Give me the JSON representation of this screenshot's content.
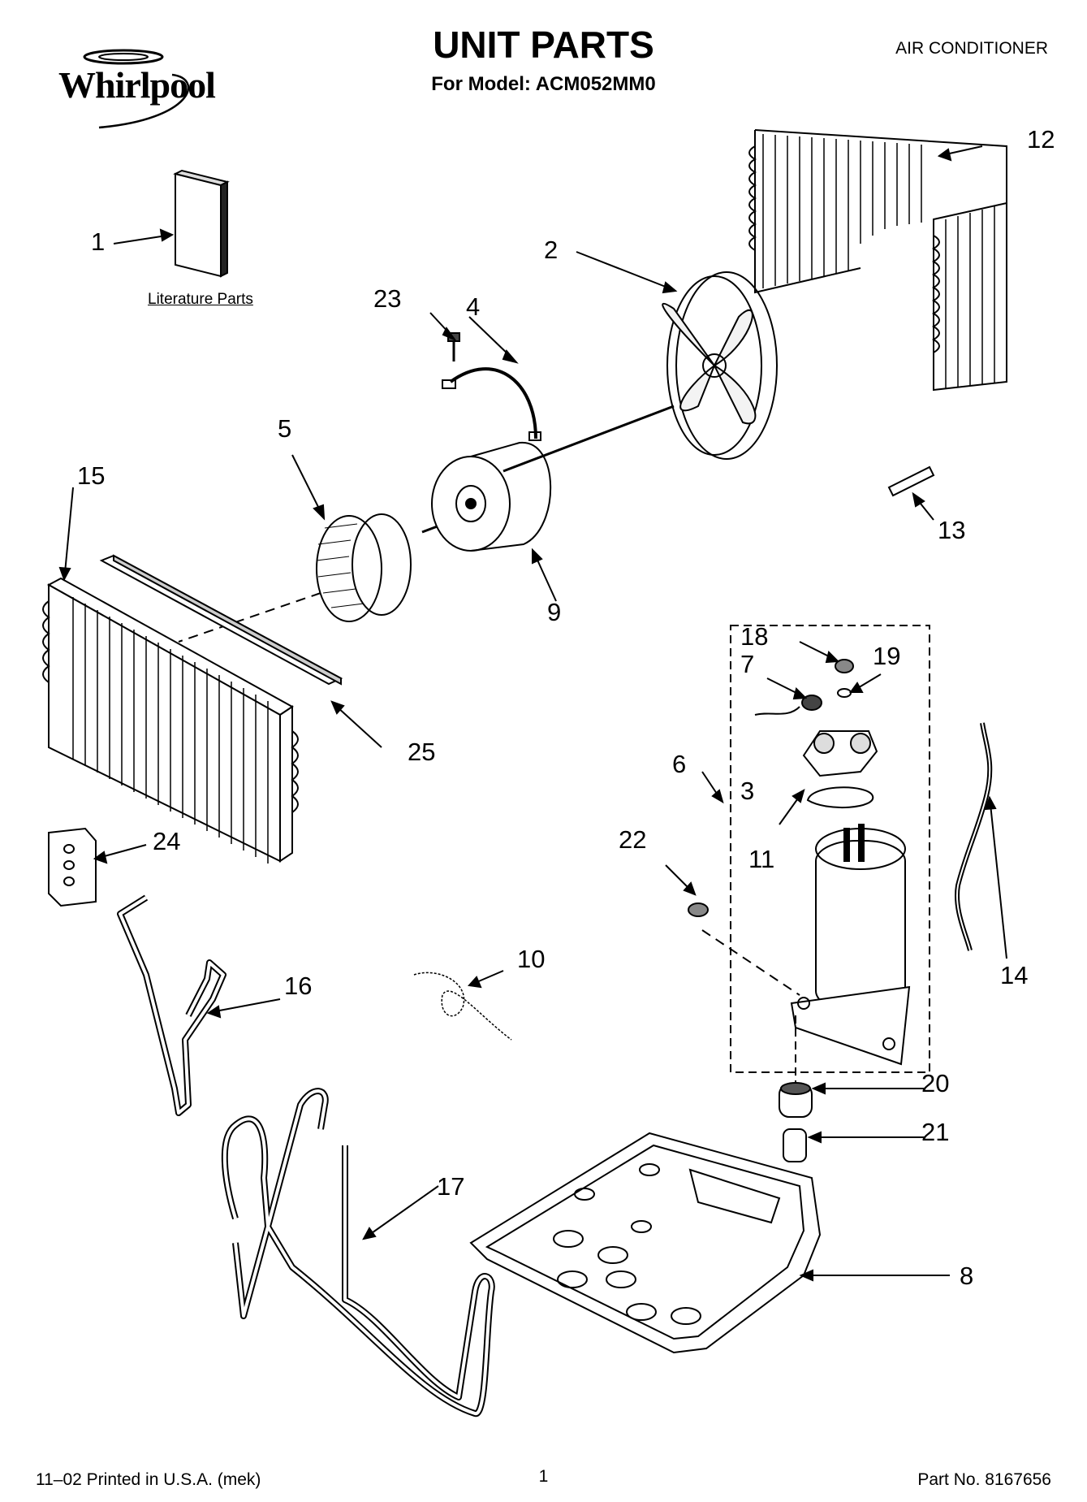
{
  "header": {
    "brand": "Whirlpool",
    "title": "UNIT PARTS",
    "subtitle": "For Model: ACM052MM0",
    "category": "AIR CONDITIONER"
  },
  "literature_label": "Literature Parts",
  "callouts": [
    "1",
    "2",
    "3",
    "4",
    "5",
    "6",
    "7",
    "8",
    "9",
    "10",
    "11",
    "12",
    "13",
    "14",
    "15",
    "16",
    "17",
    "18",
    "19",
    "20",
    "21",
    "22",
    "23",
    "24",
    "25"
  ],
  "footer": {
    "left": "11–02 Printed in U.S.A. (mek)",
    "page": "1",
    "part_no": "Part No. 8167656"
  }
}
